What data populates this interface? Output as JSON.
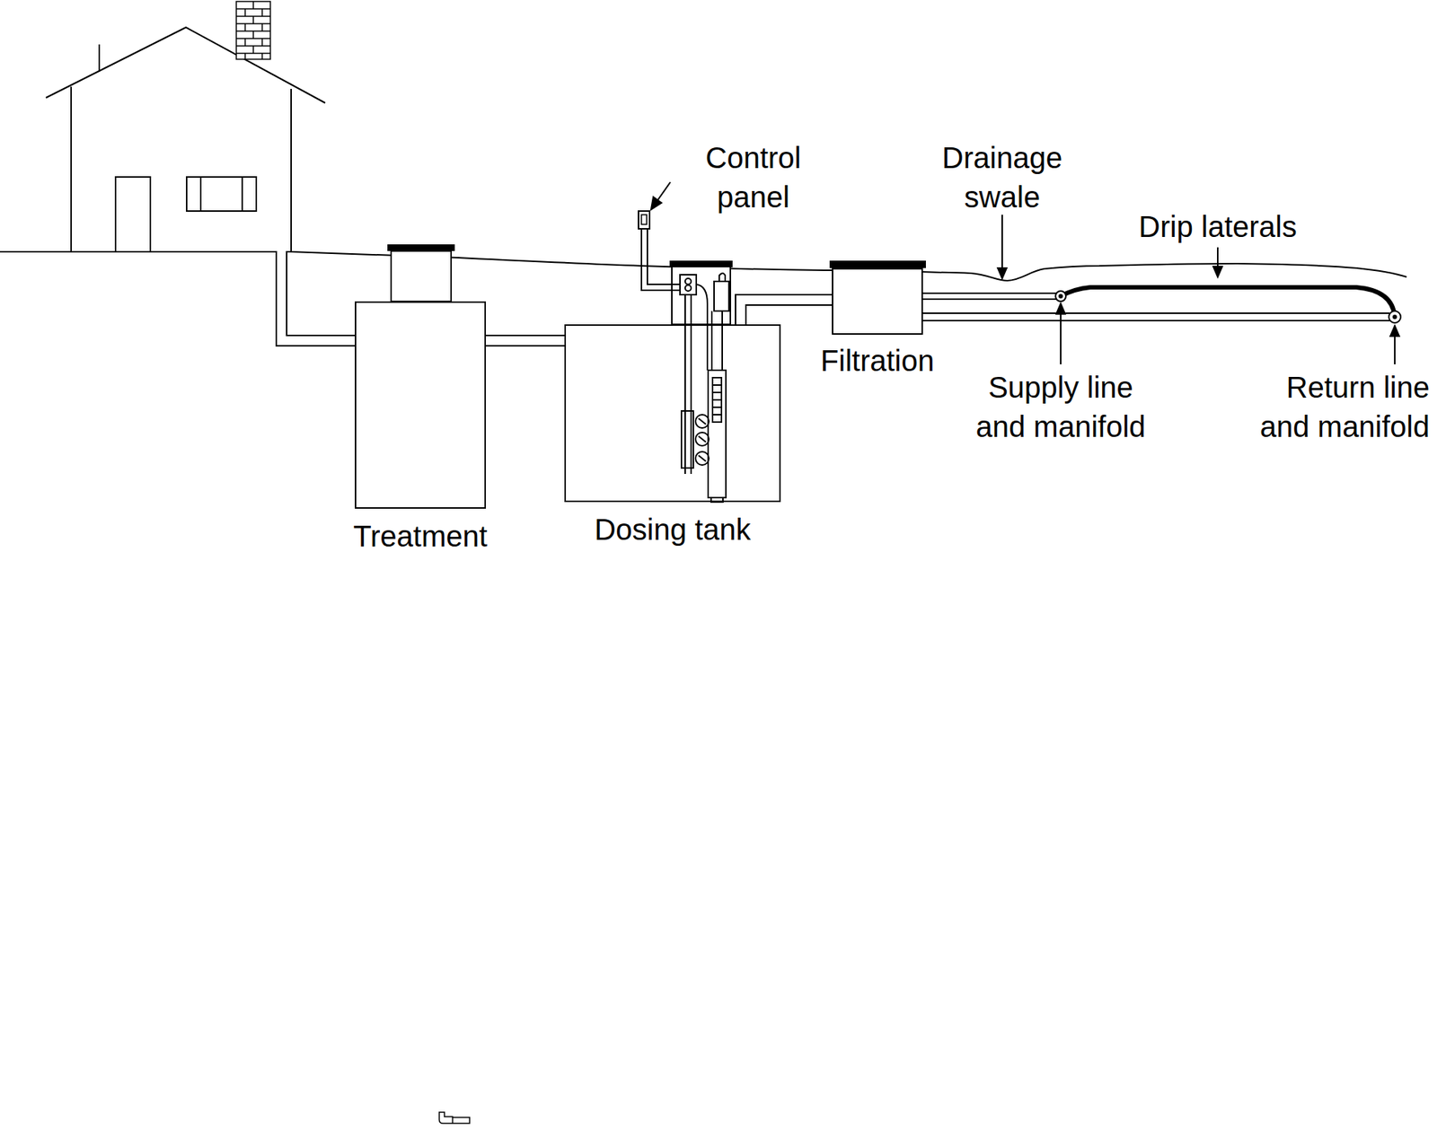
{
  "diagram": {
    "nodes": [
      {
        "text": [
          "Treatment"
        ]
      },
      {
        "text": [
          "Dosing tank"
        ]
      },
      {
        "text": [
          "Filtration"
        ]
      }
    ],
    "edges": [
      {
        "from": 0,
        "to": 1,
        "arrow": "none"
      },
      {
        "from": 1,
        "to": 2,
        "arrow": "none"
      }
    ],
    "labels": [
      "Control panel",
      "Drainage swale",
      "Drip laterals",
      "Supply line and manifold",
      "Return line and manifold"
    ]
  }
}
